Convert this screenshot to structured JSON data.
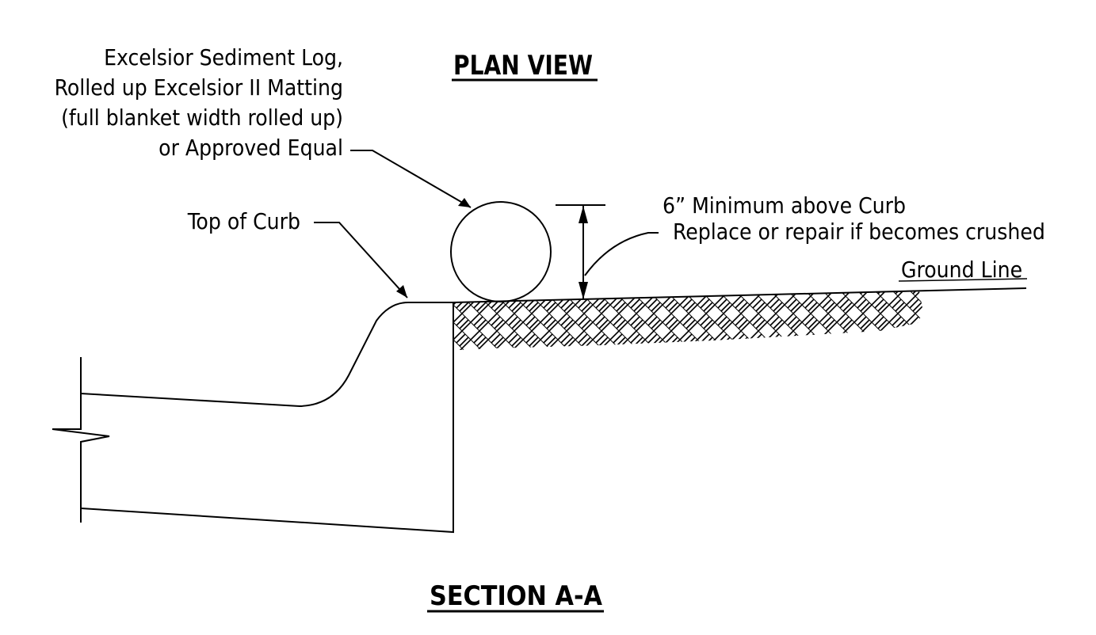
{
  "titles": {
    "plan_view": "PLAN VIEW",
    "section": "SECTION A-A"
  },
  "labels": {
    "log_line1": "Excelsior Sediment Log,",
    "log_line2": "Rolled up Excelsior II Matting",
    "log_line3": "(full blanket width rolled up)",
    "log_line4": "or Approved Equal",
    "top_of_curb": "Top of Curb",
    "min_line1": "6” Minimum above Curb",
    "min_line2": "Replace or repair if becomes crushed",
    "ground_line": "Ground Line"
  },
  "colors": {
    "ink": "#000000",
    "background": "#ffffff"
  }
}
